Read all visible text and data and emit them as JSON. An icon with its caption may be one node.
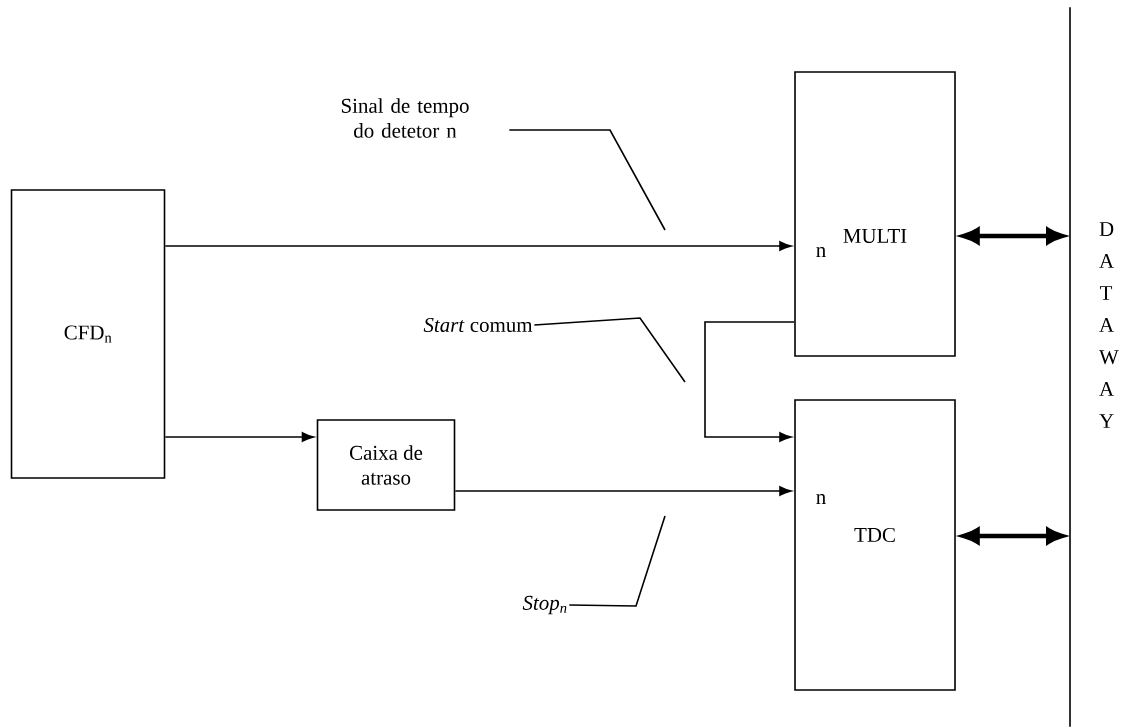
{
  "diagram": {
    "nodes": [
      {
        "text": [
          "Sinal de tempo do detetor n"
        ]
      },
      {
        "text": [
          "MULTI",
          "n"
        ]
      },
      {
        "text": [
          "D A T A W A Y"
        ]
      },
      {
        "text": [
          "CFD$_{n}$"
        ]
      },
      {
        "text": [
          "*Start* comum"
        ]
      },
      {
        "text": [
          "Caixa de atraso"
        ]
      },
      {
        "text": [
          "n",
          "TDC"
        ]
      },
      {
        "text": [
          "*Stop$_{n}$*"
        ]
      }
    ],
    "edges": [
      {
        "from": 3,
        "to": 1,
        "arrow": "to"
      },
      {
        "from": 1,
        "to": 2,
        "arrow": "both",
        "style": "thick"
      },
      {
        "from": 3,
        "to": 5,
        "arrow": "to"
      },
      {
        "from": 5,
        "to": 6,
        "arrow": "to"
      },
      {
        "from": 1,
        "to": 6,
        "arrow": "to"
      },
      {
        "from": 6,
        "to": 2,
        "arrow": "both",
        "style": "thick"
      },
      {
        "from": 0,
        "to": null,
        "arrow": "none"
      },
      {
        "from": 4,
        "to": null,
        "arrow": "none"
      },
      {
        "from": 7,
        "to": null,
        "arrow": "none"
      }
    ]
  }
}
